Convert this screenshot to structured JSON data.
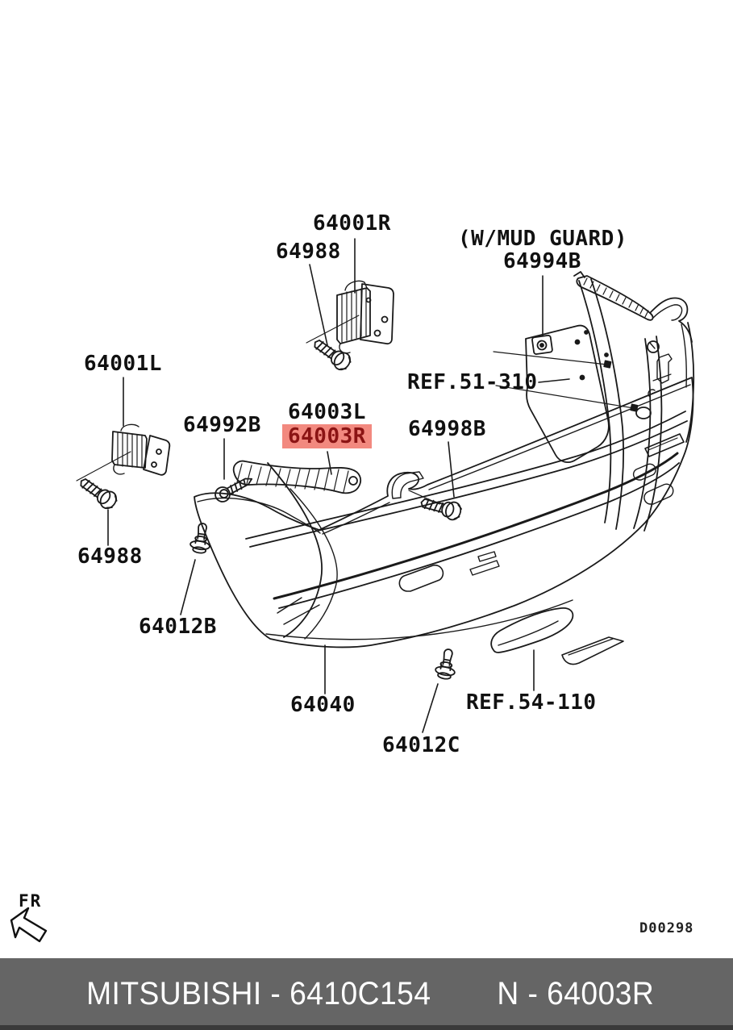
{
  "diagram": {
    "drawing_code": "D00298",
    "orientation_indicator": "FR",
    "highlighted_part": "64003R",
    "part_labels": [
      {
        "text": "64001R",
        "highlighted": false
      },
      {
        "text": "64988",
        "highlighted": false
      },
      {
        "text": "(W/MUD GUARD)",
        "highlighted": false
      },
      {
        "text": "64994B",
        "highlighted": false
      },
      {
        "text": "REF.51-310",
        "highlighted": false
      },
      {
        "text": "64001L",
        "highlighted": false
      },
      {
        "text": "64992B",
        "highlighted": false
      },
      {
        "text": "64003L",
        "highlighted": false
      },
      {
        "text": "64003R",
        "highlighted": true
      },
      {
        "text": "64998B",
        "highlighted": false
      },
      {
        "text": "64988",
        "highlighted": false
      },
      {
        "text": "64012B",
        "highlighted": false
      },
      {
        "text": "64040",
        "highlighted": false
      },
      {
        "text": "64012C",
        "highlighted": false
      },
      {
        "text": "REF.54-110",
        "highlighted": false
      }
    ]
  },
  "footer": {
    "brand_part": "MITSUBISHI - 6410C154",
    "part_ref": "N - 64003R"
  },
  "colors": {
    "line": "#1a1a1a",
    "highlight_bg": "#f2897f",
    "highlight_text": "#8b1414",
    "banner_bg": "#656565",
    "banner_edge": "#3a3a3a",
    "banner_text": "#ffffff"
  }
}
